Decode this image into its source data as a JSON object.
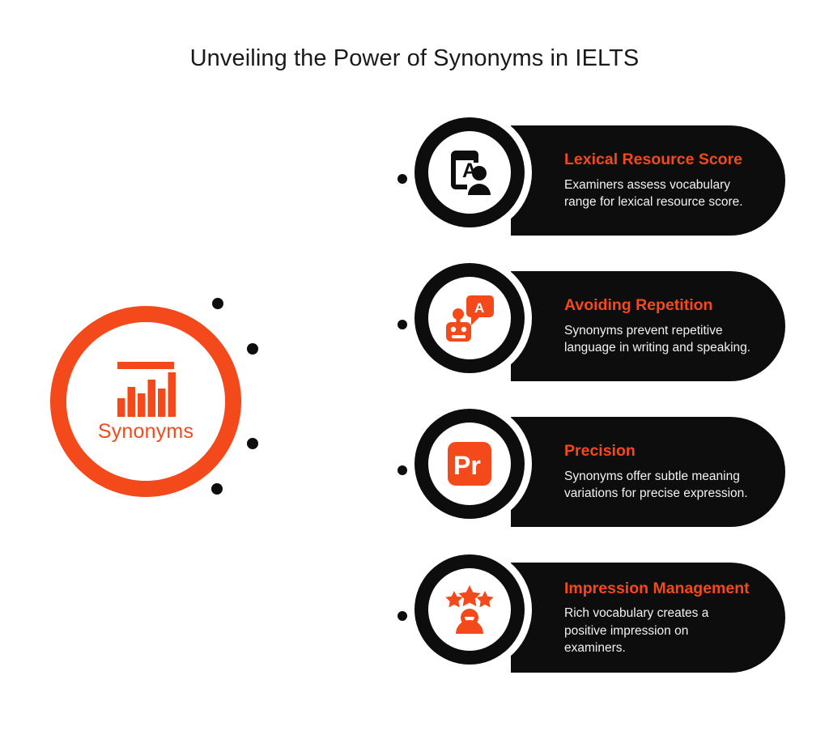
{
  "title": "Unveiling the Power of Synonyms in IELTS",
  "colors": {
    "accent": "#f4491a",
    "dark": "#0d0d0d",
    "background": "#ffffff",
    "body_text": "#f2f2f2",
    "title_text": "#1a1a1a"
  },
  "hub": {
    "label": "Synonyms",
    "icon": "bar-chart-icon"
  },
  "items": [
    {
      "title": "Lexical Resource Score",
      "description": "Examiners assess vocabulary range for lexical resource score.",
      "icon": "vocabulary-card-person-icon"
    },
    {
      "title": "Avoiding Repetition",
      "description": "Synonyms prevent repetitive language in writing and speaking.",
      "icon": "robot-speech-bubble-icon"
    },
    {
      "title": "Precision",
      "description": "Synonyms offer subtle meaning variations for precise expression.",
      "icon": "pr-badge-icon"
    },
    {
      "title": "Impression Management",
      "description": "Rich vocabulary creates a positive impression on examiners.",
      "icon": "three-stars-person-icon"
    }
  ]
}
